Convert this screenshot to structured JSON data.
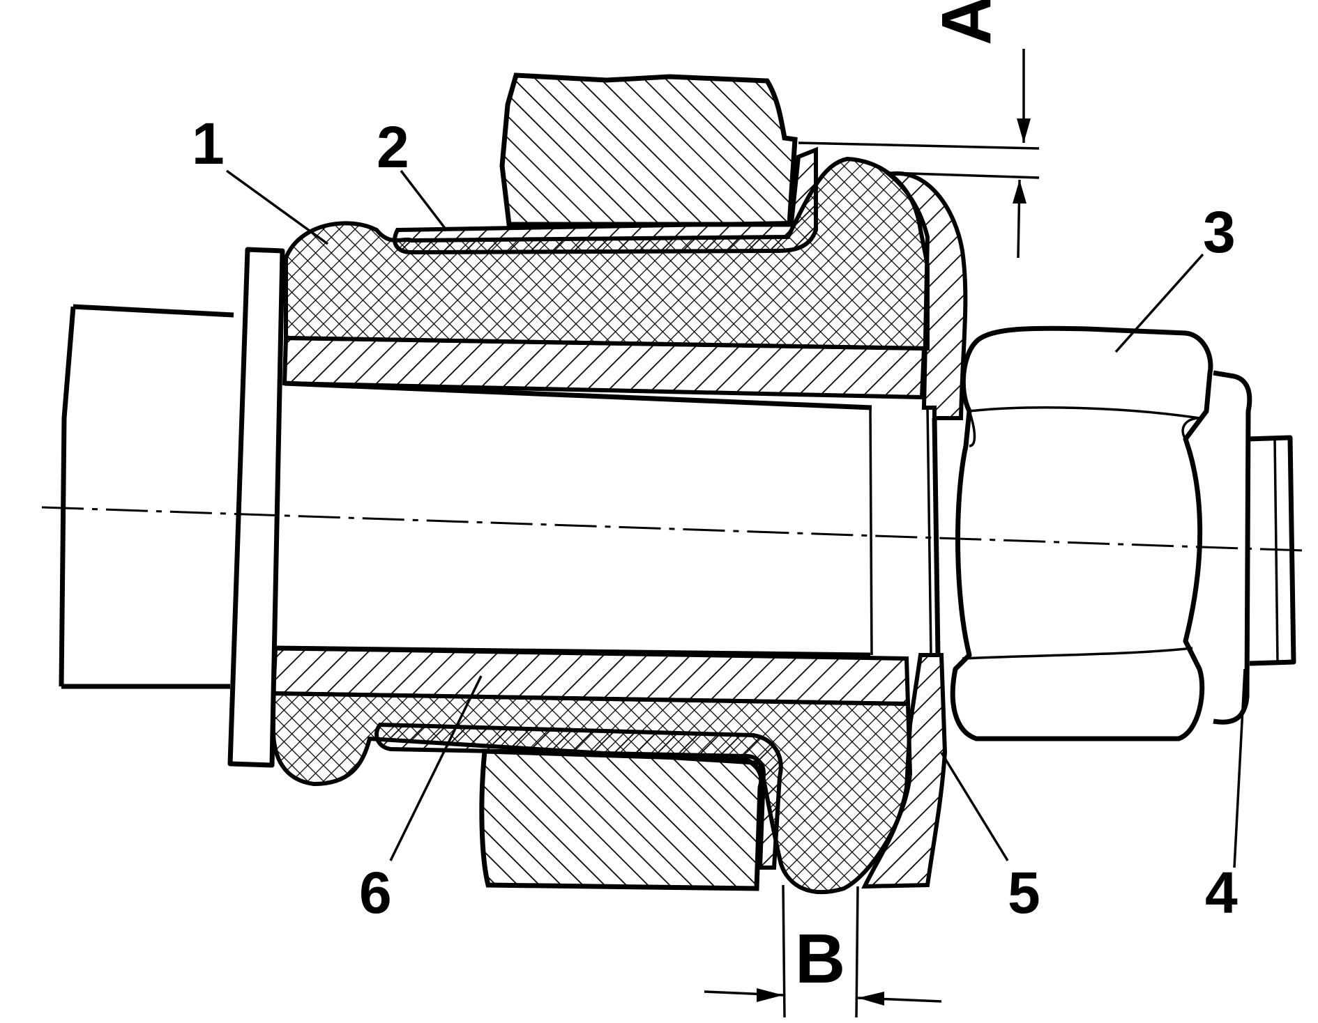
{
  "labels": {
    "part_1": "1",
    "part_2": "2",
    "part_3": "3",
    "part_4": "4",
    "part_5": "5",
    "part_6": "6",
    "dim_a": "A",
    "dim_b": "B"
  },
  "colors": {
    "ink": "#000000",
    "paper": "#ffffff"
  }
}
